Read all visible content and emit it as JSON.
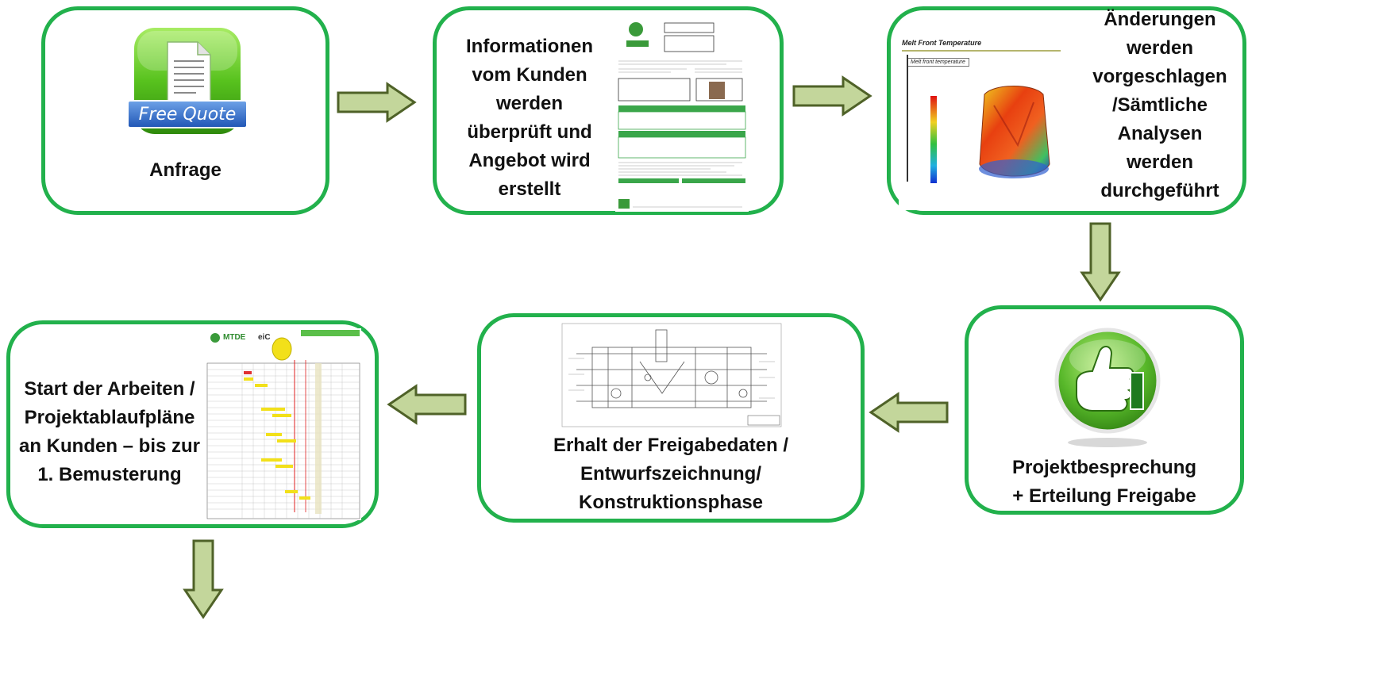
{
  "colors": {
    "box_border": "#22b14c",
    "arrow_fill": "#c3d69b",
    "arrow_stroke": "#4f6228"
  },
  "steps": {
    "anfrage": {
      "label": "Anfrage",
      "icon": "free-quote-icon",
      "icon_text": "Free Quote"
    },
    "informationen": {
      "label": "Informationen\nvom Kunden\nwerden\nüberprüft und\nAngebot wird\nerstellt",
      "icon": "quotation-document-thumbnail"
    },
    "aenderungen": {
      "label": "Änderungen\nwerden\nvorgeschlagen\n/Sämtliche\nAnalysen\nwerden\ndurchgeführt",
      "icon": "melt-front-analysis-thumbnail",
      "icon_title": "Melt Front Temperature",
      "icon_subtitle": "Melt front temperature"
    },
    "projektbesprechung": {
      "label": "Projektbesprechung\n+ Erteilung Freigabe",
      "icon": "thumbs-up-icon"
    },
    "erhalt": {
      "label": "Erhalt der Freigabedaten /\nEntwurfszeichnung/\nKonstruktionsphase",
      "icon": "technical-drawing-thumbnail"
    },
    "start": {
      "label": "Start der Arbeiten /\nProjektablaufpläne\nan Kunden – bis zur\n1. Bemusterung",
      "icon": "project-schedule-thumbnail",
      "icon_logo": "MTDE",
      "icon_logo2": "eiC"
    }
  }
}
